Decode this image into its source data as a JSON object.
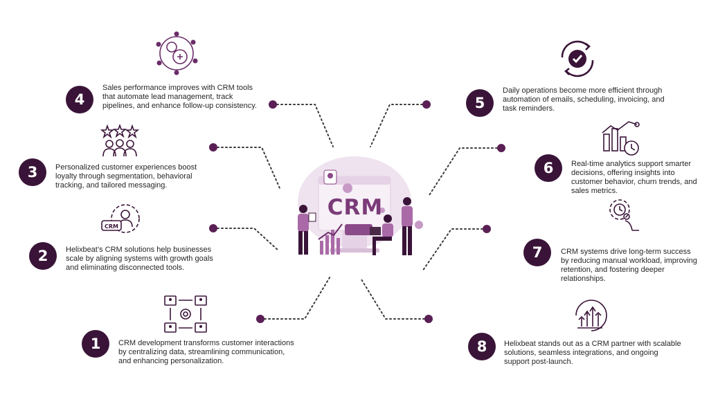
{
  "center": {
    "label": "CRM"
  },
  "items": [
    {
      "number": "1",
      "icon": "connected-users-gear-icon",
      "text": "CRM development transforms customer interactions by centralizing data, streamlining communication, and enhancing personalization."
    },
    {
      "number": "2",
      "icon": "crm-gear-user-icon",
      "text": "Helixbeat’s CRM solutions help businesses scale by aligning systems with growth goals and eliminating disconnected tools."
    },
    {
      "number": "3",
      "icon": "users-stars-icon",
      "text": "Personalized customer experiences boost loyalty through segmentation, behavioral tracking, and tailored messaging."
    },
    {
      "number": "4",
      "icon": "gears-network-icon",
      "text": "Sales performance improves with CRM tools that automate lead management, track pipelines, and enhance follow-up consistency."
    },
    {
      "number": "5",
      "icon": "gear-check-cycle-icon",
      "text": "Daily operations become more efficient through automation of emails, scheduling, invoicing, and task reminders."
    },
    {
      "number": "6",
      "icon": "analytics-chart-clock-icon",
      "text": "Real-time analytics support smarter decisions, offering insights into customer behavior, churn trends, and sales metrics."
    },
    {
      "number": "7",
      "icon": "person-gear-icon",
      "text": "CRM systems drive long-term success by reducing manual workload, improving retention, and fostering deeper relationships."
    },
    {
      "number": "8",
      "icon": "growth-arrows-circle-icon",
      "text": "Helixbeat stands out as a CRM partner with scalable solutions, seamless integrations, and ongoing support post-launch."
    }
  ],
  "colors": {
    "badge": "#3a1438",
    "accent": "#7a3b78",
    "dot": "#5a1f55",
    "light": "#ead9ea"
  }
}
